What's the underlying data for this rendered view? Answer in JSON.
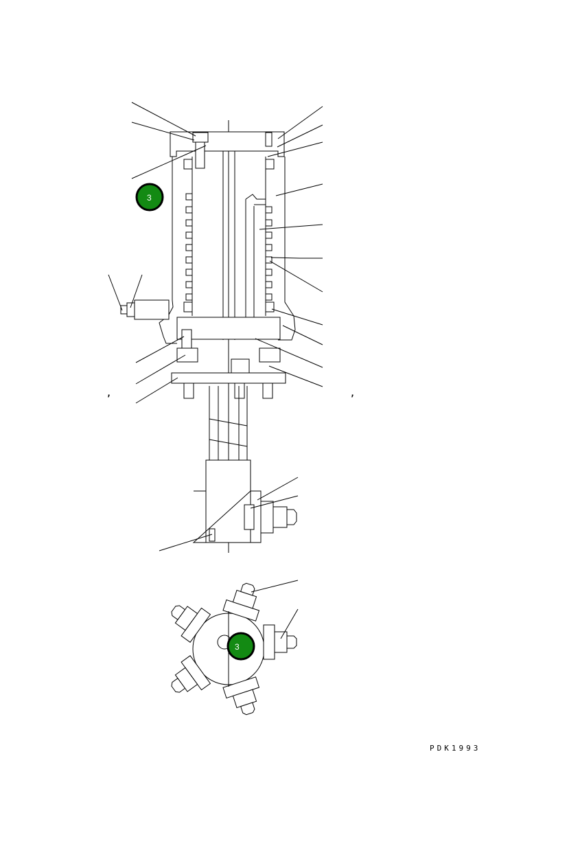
{
  "drawing_code": "PDK1993",
  "callout_badges": [
    {
      "label": "3",
      "color": "#138a13",
      "border": "#000000"
    },
    {
      "label": "3",
      "color": "#138a13",
      "border": "#000000"
    }
  ],
  "separators": [
    ",",
    ","
  ]
}
